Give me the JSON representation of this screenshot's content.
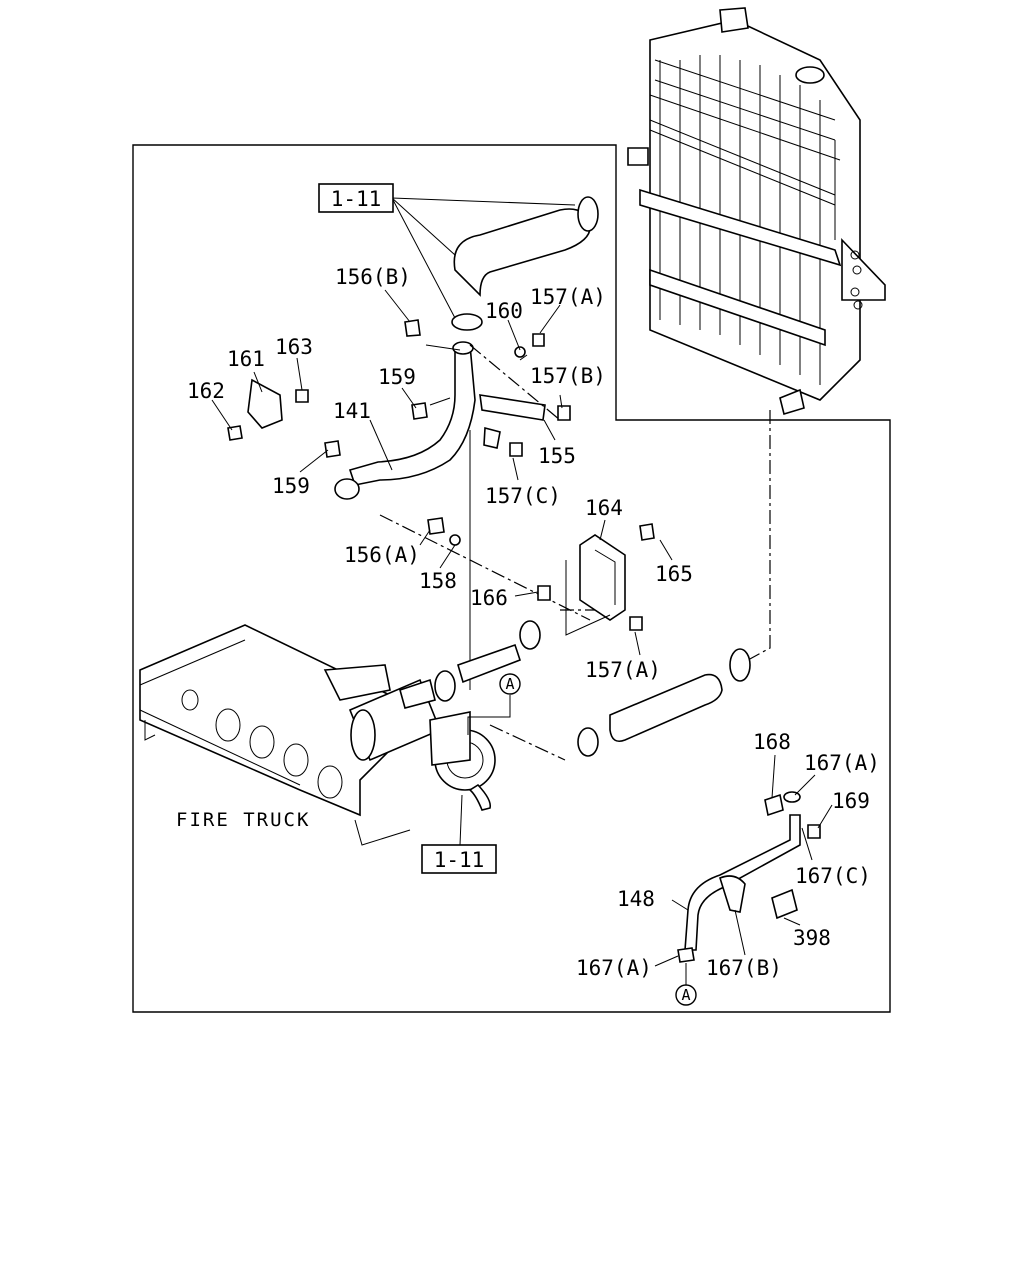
{
  "diagram": {
    "caption": "FIRE TRUCK",
    "reference_boxes": [
      "1-11",
      "1-11"
    ],
    "circle_marker": "A",
    "part_labels": [
      "156(B)",
      "160",
      "157(A)",
      "161",
      "163",
      "162",
      "159",
      "157(B)",
      "141",
      "155",
      "159",
      "157(C)",
      "164",
      "165",
      "156(A)",
      "158",
      "166",
      "157(A)",
      "168",
      "167(A)",
      "169",
      "167(C)",
      "148",
      "398",
      "167(A)",
      "167(B)"
    ]
  }
}
